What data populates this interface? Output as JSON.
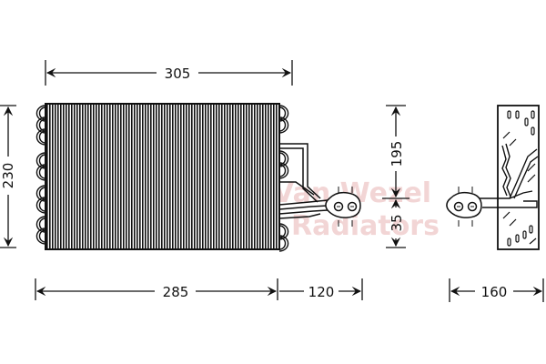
{
  "diagram": {
    "type": "technical-drawing",
    "subject": "evaporator",
    "line_color": "#111111",
    "background": "#ffffff",
    "watermark": {
      "line1": "Van Wezel",
      "line2": "Radiators",
      "color": "#e9b3b3"
    },
    "dimensions": {
      "top_width": "305",
      "left_height": "230",
      "bottom_core_width": "285",
      "bottom_pipe_length": "120",
      "side_upper_height": "195",
      "side_lower_height": "35",
      "side_view_depth": "160"
    }
  }
}
